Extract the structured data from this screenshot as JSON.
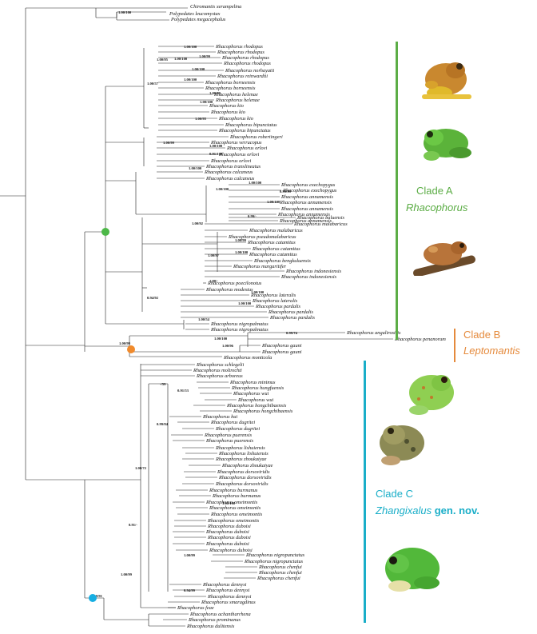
{
  "tips": [
    "Chiromantis xerampelina",
    "Polypedates leucomystax",
    "Polypedates megacephalus",
    "Rhacophorus rhodopus",
    "Rhacophorus rhodopus",
    "Rhacophorus rhodopus",
    "Rhacophorus rhodopus",
    "Rhacophorus norhayatii",
    "Rhacophorus reinwardtii",
    "Rhacophorus borneensis",
    "Rhacophorus borneensis",
    "Rhacophorus helenae",
    "Rhacophorus helenae",
    "Rhacophorus kio",
    "Rhacophorus kio",
    "Rhacophorus kio",
    "Rhacophorus bipunctatus",
    "Rhacophorus bipunctatus",
    "Rhacophorus robertingeri",
    "Rhacophorus verrucopus",
    "Rhacophorus orlovi",
    "Rhacophorus orlovi",
    "Rhacophorus orlovi",
    "Rhacophorus translineatus",
    "Rhacophorus calcaneus",
    "Rhacophorus calcaneus",
    "Rhacophorus exechopygus",
    "Rhacophorus exechopygus",
    "Rhacophorus annamensis",
    "Rhacophorus annamensis",
    "Rhacophorus annamensis",
    "Rhacophorus annamensis",
    "Rhacophorus annamensis",
    "Rhacophorus baluensis",
    "Rhacophorus malabaricus",
    "Rhacophorus malabaricus",
    "Rhacophorus pseudomalabaricus",
    "Rhacophorus catamitus",
    "Rhacophorus catamitus",
    "Rhacophorus catamitus",
    "Rhacophorus bengkuluensis",
    "Rhacophorus margaritifer",
    "Rhacophorus indonesiensis",
    "Rhacophorus indonesiensis",
    "Rhacophorus poecilonotus",
    "Rhacophorus modestus",
    "Rhacophorus lateralis",
    "Rhacophorus lateralis",
    "Rhacophorus pardalis",
    "Rhacophorus pardalis",
    "Rhacophorus pardalis",
    "Rhacophorus nigropalmatus",
    "Rhacophorus nigropalmatus",
    "Rhacophorus angulirostris",
    "Rhacophorus penanorum",
    "Rhacophorus gauni",
    "Rhacophorus gauni",
    "Rhacophorus monticola",
    "Rhacophorus schlegelii",
    "Rhacophorus moltrechti",
    "Rhacophorus arboreus",
    "Rhacophorus minimus",
    "Rhacophorus hungfuensis",
    "Rhacophorus wui",
    "Rhacophorus wui",
    "Rhacophorus hongchibaensis",
    "Rhacophorus hongchibaensis",
    "Rhacophorus hui",
    "Rhacophorus dugritei",
    "Rhacophorus dugritei",
    "Rhacophorus puerensis",
    "Rhacophorus puerensis",
    "Rhacophorus lishuiensis",
    "Rhacophorus lishuiensis",
    "Rhacophorus zhoukaiyae",
    "Rhacophorus zhoukaiyae",
    "Rhacophorus dorsoviridis",
    "Rhacophorus dorsoviridis",
    "Rhacophorus dorsoviridis",
    "Rhacophorus burmanus",
    "Rhacophorus burmanus",
    "Rhacophorus omeimontis",
    "Rhacophorus omeimontis",
    "Rhacophorus omeimontis",
    "Rhacophorus omeimontis",
    "Rhacophorus duboisi",
    "Rhacophorus duboisi",
    "Rhacophorus duboisi",
    "Rhacophorus duboisi",
    "Rhacophorus duboisi",
    "Rhacophorus nigropunctatus",
    "Rhacophorus nigropunctatus",
    "Rhacophorus chenfui",
    "Rhacophorus chenfui",
    "Rhacophorus chenfui",
    "Rhacophorus dennysi",
    "Rhacophorus dennysi",
    "Rhacophorus dennysi",
    "Rhacophorus smaragdinus",
    "Rhacophorus feae",
    "Rhacophorus achantharrhena",
    "Rhacophorus prominanus",
    "Rhacophorus dulitensis"
  ],
  "support_values": [
    "1.00/100",
    "1.00/100",
    "1.00/99",
    "1.00/100",
    "1.00/95",
    "1.00/57",
    "1.00/100",
    "1.00/100",
    "1.00/99",
    "1.00/100",
    "1.00/95",
    "1.00/99",
    "1.00/100",
    "0.91/100",
    "1.00/100",
    "1.00/100",
    "1.00/100",
    "0.99/99",
    "1.00/100",
    "1.00/92",
    "0.99/-",
    "1.00/99",
    "1.00/100",
    "1.00/97",
    "1.00/-",
    "0.94/92",
    "1.00/100",
    "1.00/100",
    "1.00/54",
    "1.00/100",
    "0.99/74",
    "1.00/99",
    "1.00/96",
    "-/59",
    "0.91/53",
    "0.99/84",
    "1.00/72",
    "0.91/-",
    "1.00/99",
    "1.00/91",
    "1.00/100",
    "1.00/99",
    "0.94/99"
  ],
  "clades": [
    {
      "label": "Clade A",
      "genus": "Rhacophorus",
      "genus_suffix": "",
      "color": "#5cad46"
    },
    {
      "label": "Clade B",
      "genus": "Leptomantis",
      "genus_suffix": "",
      "color": "#e58a3c"
    },
    {
      "label": "Clade C",
      "genus": "Zhangixalus",
      "genus_suffix": "gen. nov.",
      "color": "#1aaec8"
    }
  ],
  "node_markers": [
    {
      "clade": "A",
      "color": "#4db848"
    },
    {
      "clade": "B",
      "color": "#f08a2c"
    },
    {
      "clade": "C",
      "color": "#16aee2"
    }
  ]
}
